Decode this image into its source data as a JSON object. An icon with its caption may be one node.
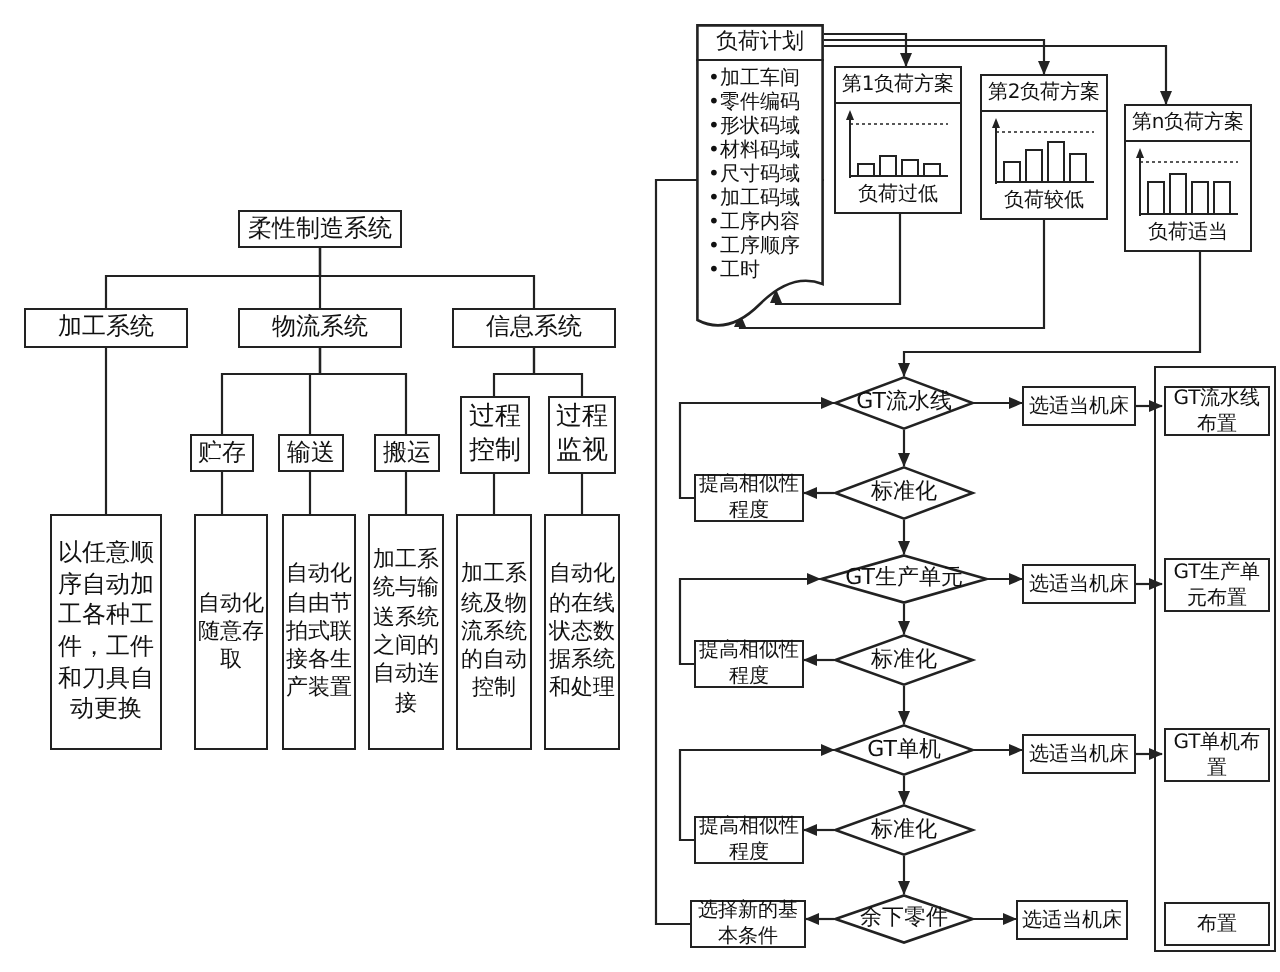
{
  "diagram": {
    "nodes": [
      {
        "text": [
          "柔性制造系统"
        ]
      },
      {
        "text": [
          "加工系统"
        ]
      },
      {
        "text": [
          "物流系统"
        ]
      },
      {
        "text": [
          "信息系统"
        ]
      },
      {
        "text": [
          "贮存"
        ]
      },
      {
        "text": [
          "输送"
        ]
      },
      {
        "text": [
          "搬运"
        ]
      },
      {
        "text": [
          "过程控制"
        ]
      },
      {
        "text": [
          "过程监视"
        ]
      },
      {
        "text": [
          "以任意顺序自动加工各种工件，工件和刀具自动更换"
        ]
      },
      {
        "text": [
          "自动化随意存取"
        ]
      },
      {
        "text": [
          "自动化自由节拍式联接各生产装置"
        ]
      },
      {
        "text": [
          "加工系统与输送系统之间的自动连接"
        ]
      },
      {
        "text": [
          "加工系统及物流系统的自动控制"
        ]
      },
      {
        "text": [
          "自动化的在线状态数据系统和处理"
        ]
      },
      {
        "text": [
          "负荷计划",
          "•加工车间",
          "•零件编码",
          "•形状码域",
          "•材料码域",
          "•尺寸码域",
          "•加工码域",
          "•工序内容",
          "•工序顺序",
          "•工时"
        ]
      },
      {
        "text": [
          "第1负荷方案",
          "负荷过低"
        ]
      },
      {
        "text": [
          "第2负荷方案",
          "负荷较低"
        ]
      },
      {
        "text": [
          "第n负荷方案",
          "负荷适当"
        ]
      },
      {
        "text": [
          "GT流水线"
        ]
      },
      {
        "text": [
          "选适当机床"
        ]
      },
      {
        "text": [],
        "shape": "box"
      },
      {
        "text": [
          "GT流水线布置"
        ],
        "in": 21
      },
      {
        "text": [
          "标准化"
        ]
      },
      {
        "text": [
          "提高相似性程度"
        ]
      },
      {
        "text": [
          "GT生产单元"
        ]
      },
      {
        "text": [
          "选适当机床"
        ]
      },
      {
        "text": [
          "GT生产单元布置"
        ],
        "in": 21
      },
      {
        "text": [
          "标准化"
        ]
      },
      {
        "text": [
          "提高相似性程度"
        ]
      },
      {
        "text": [
          "GT单机"
        ]
      },
      {
        "text": [
          "选适当机床"
        ]
      },
      {
        "text": [
          "GT单机布置"
        ],
        "in": 21
      },
      {
        "text": [
          "标准化"
        ]
      },
      {
        "text": [
          "提高相似性程度"
        ]
      },
      {
        "text": [
          "余下零件"
        ]
      },
      {
        "text": [
          "选择新的基本条件"
        ]
      },
      {
        "text": [
          "选适当机床"
        ]
      },
      {
        "text": [
          "布置"
        ],
        "in": 21
      }
    ],
    "edges": [
      {
        "from": 0,
        "to": 1,
        "arrow": "none"
      },
      {
        "from": 0,
        "to": 2,
        "arrow": "none"
      },
      {
        "from": 0,
        "to": 3,
        "arrow": "none"
      },
      {
        "from": 2,
        "to": 4,
        "arrow": "none"
      },
      {
        "from": 2,
        "to": 5,
        "arrow": "none"
      },
      {
        "from": 2,
        "to": 6,
        "arrow": "none"
      },
      {
        "from": 3,
        "to": 7,
        "arrow": "none"
      },
      {
        "from": 3,
        "to": 8,
        "arrow": "none"
      },
      {
        "from": 1,
        "to": 9,
        "arrow": "none"
      },
      {
        "from": 4,
        "to": 10,
        "arrow": "none"
      },
      {
        "from": 5,
        "to": 11,
        "arrow": "none"
      },
      {
        "from": 6,
        "to": 12,
        "arrow": "none"
      },
      {
        "from": 7,
        "to": 13,
        "arrow": "none"
      },
      {
        "from": 8,
        "to": 14,
        "arrow": "none"
      },
      {
        "from": 15,
        "to": 16,
        "arrow": "to"
      },
      {
        "from": 15,
        "to": 17,
        "arrow": "to"
      },
      {
        "from": 15,
        "to": 18,
        "arrow": "to"
      },
      {
        "from": 16,
        "to": 15,
        "arrow": "to"
      },
      {
        "from": 17,
        "to": 15,
        "arrow": "to"
      },
      {
        "from": 18,
        "to": 19,
        "arrow": "to"
      },
      {
        "from": 19,
        "to": 20,
        "arrow": "to"
      },
      {
        "from": 20,
        "to": 22,
        "arrow": "to"
      },
      {
        "from": 19,
        "to": 23,
        "arrow": "to"
      },
      {
        "from": 23,
        "to": 24,
        "arrow": "to"
      },
      {
        "from": 24,
        "to": 19,
        "arrow": "to"
      },
      {
        "from": 23,
        "to": 25,
        "arrow": "to"
      },
      {
        "from": 25,
        "to": 26,
        "arrow": "to"
      },
      {
        "from": 26,
        "to": 27,
        "arrow": "to"
      },
      {
        "from": 25,
        "to": 28,
        "arrow": "to"
      },
      {
        "from": 28,
        "to": 29,
        "arrow": "to"
      },
      {
        "from": 29,
        "to": 25,
        "arrow": "to"
      },
      {
        "from": 28,
        "to": 30,
        "arrow": "to"
      },
      {
        "from": 30,
        "to": 31,
        "arrow": "to"
      },
      {
        "from": 31,
        "to": 32,
        "arrow": "to"
      },
      {
        "from": 30,
        "to": 33,
        "arrow": "to"
      },
      {
        "from": 33,
        "to": 34,
        "arrow": "to"
      },
      {
        "from": 34,
        "to": 30,
        "arrow": "to"
      },
      {
        "from": 33,
        "to": 35,
        "arrow": "to"
      },
      {
        "from": 35,
        "to": 36,
        "arrow": "to"
      },
      {
        "from": 35,
        "to": 37,
        "arrow": "to"
      },
      {
        "from": 36,
        "to": 15,
        "arrow": "none"
      }
    ]
  }
}
